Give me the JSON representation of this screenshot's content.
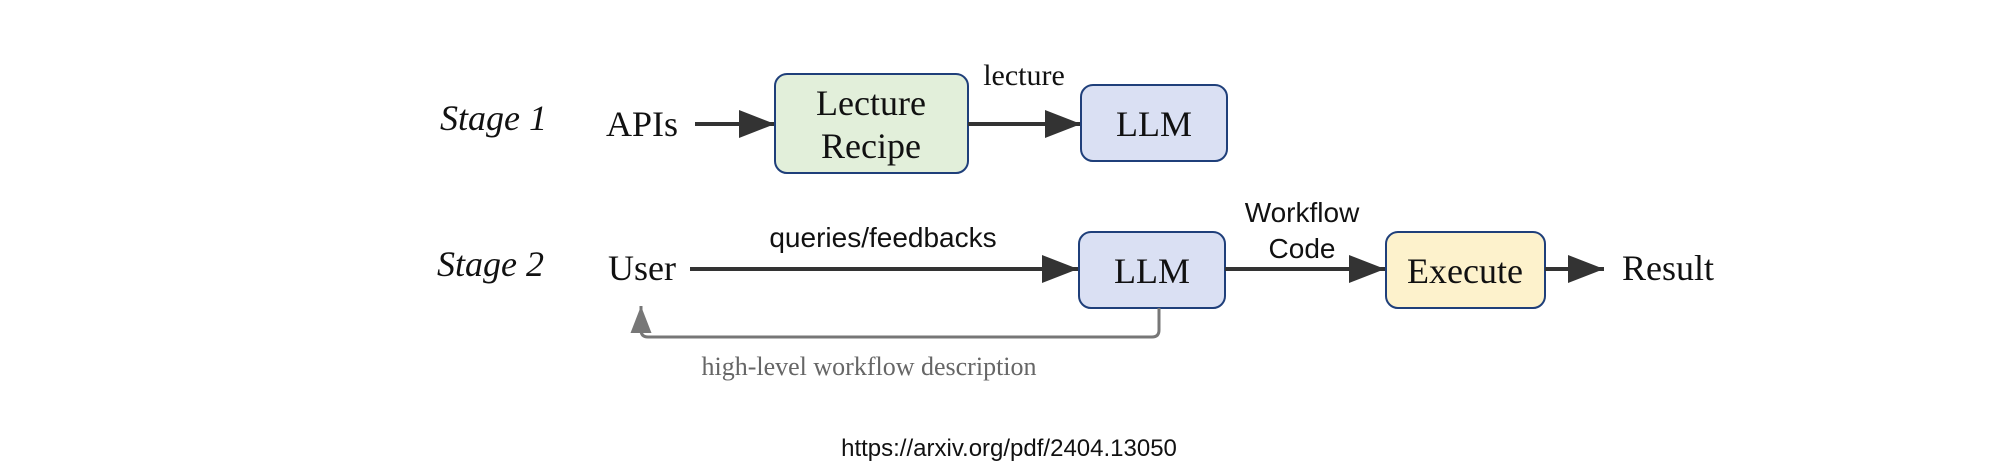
{
  "diagram": {
    "stage1": {
      "label": "Stage 1",
      "source": "APIs",
      "recipe_box": {
        "line1": "Lecture",
        "line2": "Recipe"
      },
      "edge_label": "lecture",
      "llm_box": "LLM"
    },
    "stage2": {
      "label": "Stage 2",
      "source": "User",
      "edge_label": "queries/feedbacks",
      "llm_box": "LLM",
      "code_label": {
        "line1": "Workflow",
        "line2": "Code"
      },
      "execute_box": "Execute",
      "result": "Result",
      "feedback_label": "high-level workflow description"
    },
    "colors": {
      "recipe_fill": "#e2efda",
      "llm_fill": "#dae0f3",
      "execute_fill": "#fdf2cc",
      "box_border": "#1f3f7a",
      "arrow": "#333333",
      "feedback_arrow": "#777777"
    }
  },
  "footer": {
    "url": "https://arxiv.org/pdf/2404.13050"
  }
}
